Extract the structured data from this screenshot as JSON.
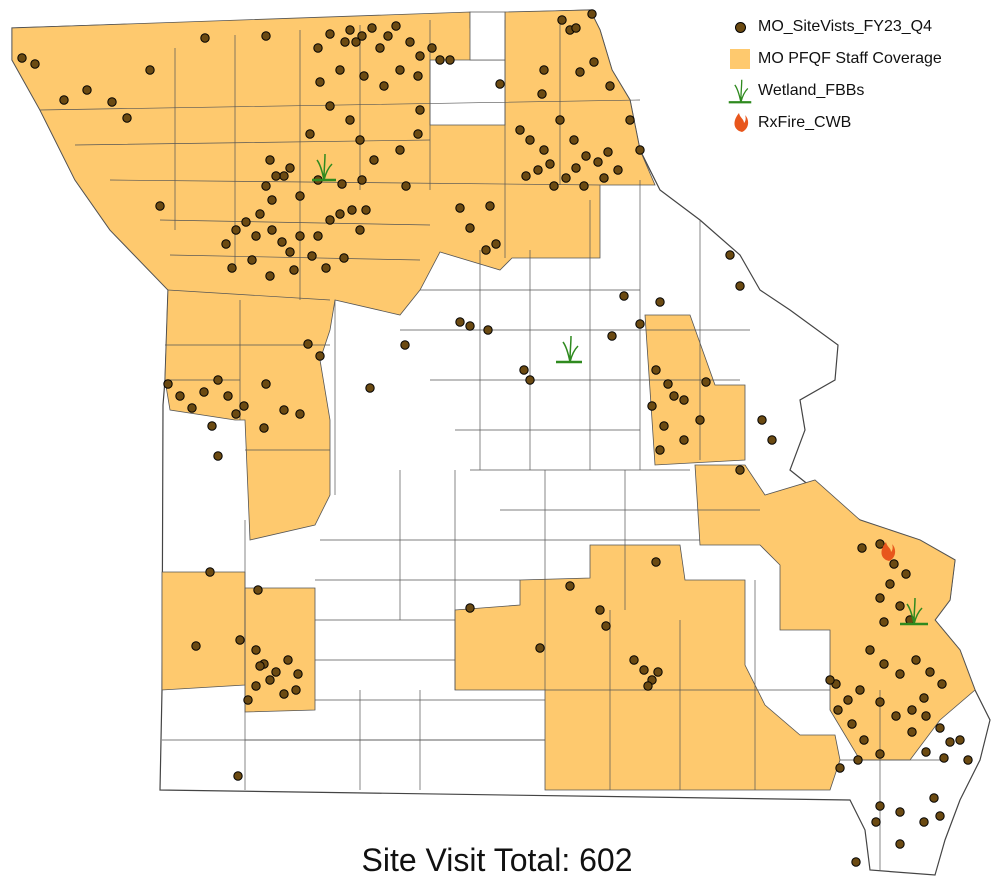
{
  "legend": {
    "site_visits_label": "MO_SiteVists_FY23_Q4",
    "coverage_label": "MO PFQF Staff Coverage",
    "wetland_label": "Wetland_FBBs",
    "rxfire_label": "RxFire_CWB"
  },
  "footer": {
    "total_text": "Site Visit Total: 602"
  },
  "colors": {
    "coverage_fill": "#fec96e",
    "county_line": "#555555",
    "dot_fill": "#6b4a12",
    "wetland_green": "#2f8a1f",
    "fire_orange": "#e8561c"
  },
  "icons": {
    "site_visit": "site-visit-dot-icon",
    "coverage": "coverage-swatch-icon",
    "wetland": "wetland-grass-icon",
    "rxfire": "fire-icon"
  }
}
